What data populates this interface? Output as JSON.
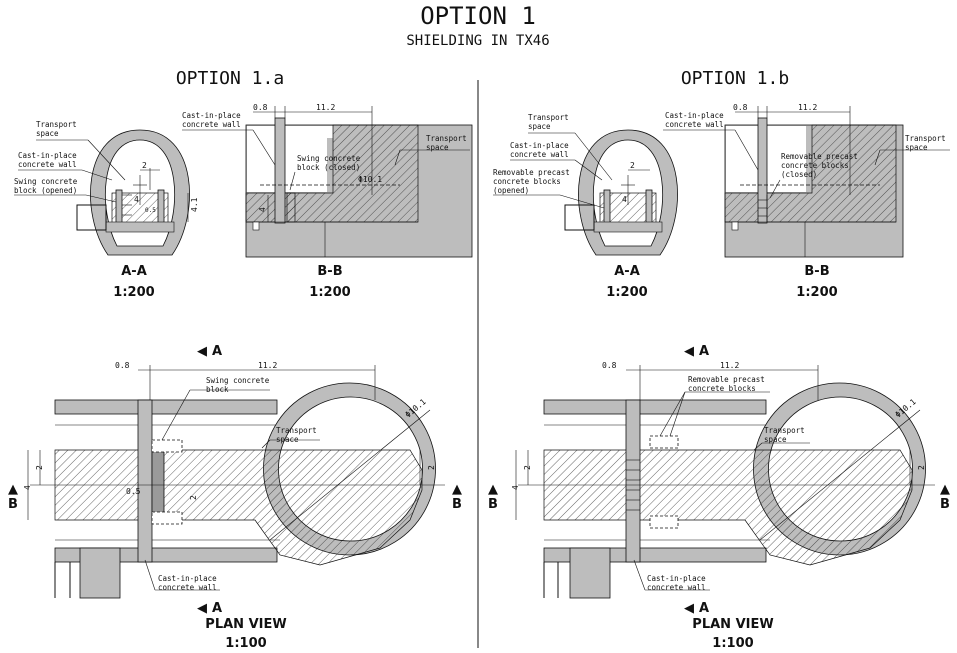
{
  "title": "OPTION 1",
  "subtitle": "SHIELDING IN TX46",
  "option_a": {
    "title": "OPTION 1.a",
    "section_aa": {
      "labels": [
        "Transport",
        "space",
        "Cast-in-place",
        "concrete wall",
        "Swing concrete",
        "block (opened)"
      ],
      "dims": [
        "2",
        "4",
        "4.1",
        "0.5"
      ],
      "name": "A-A",
      "scale": "1:200"
    },
    "section_bb": {
      "labels": [
        "Cast-in-place",
        "concrete wall",
        "Swing concrete",
        "block (closed)",
        "Transport",
        "space"
      ],
      "dims": [
        "0.8",
        "11.2",
        "Φ10.1",
        "4"
      ],
      "name": "B-B",
      "scale": "1:200"
    },
    "plan": {
      "labels": [
        "Swing concrete",
        "block",
        "Transport",
        "space",
        "Cast-in-place",
        "concrete wall"
      ],
      "dims": [
        "0.8",
        "11.2",
        "Φ10.1",
        "2",
        "4",
        "2",
        "0.5",
        "2"
      ],
      "section_marks": [
        "A",
        "A",
        "B",
        "B"
      ],
      "name": "PLAN VIEW",
      "scale": "1:100"
    }
  },
  "option_b": {
    "title": "OPTION 1.b",
    "section_aa": {
      "labels": [
        "Transport",
        "space",
        "Cast-in-place",
        "concrete wall",
        "Removable precast",
        "concrete blocks",
        "(opened)"
      ],
      "dims": [
        "2",
        "4"
      ],
      "name": "A-A",
      "scale": "1:200"
    },
    "section_bb": {
      "labels": [
        "Cast-in-place",
        "concrete wall",
        "Removable precast",
        "concrete blocks",
        "(closed)",
        "Transport",
        "space"
      ],
      "dims": [
        "0.8",
        "11.2"
      ],
      "name": "B-B",
      "scale": "1:200"
    },
    "plan": {
      "labels": [
        "Removable precast",
        "concrete blocks",
        "Transport",
        "space",
        "Cast-in-place",
        "concrete wall"
      ],
      "dims": [
        "0.8",
        "11.2",
        "Φ10.1",
        "2",
        "4",
        "2"
      ],
      "section_marks": [
        "A",
        "A",
        "B",
        "B"
      ],
      "name": "PLAN VIEW",
      "scale": "1:100"
    }
  }
}
